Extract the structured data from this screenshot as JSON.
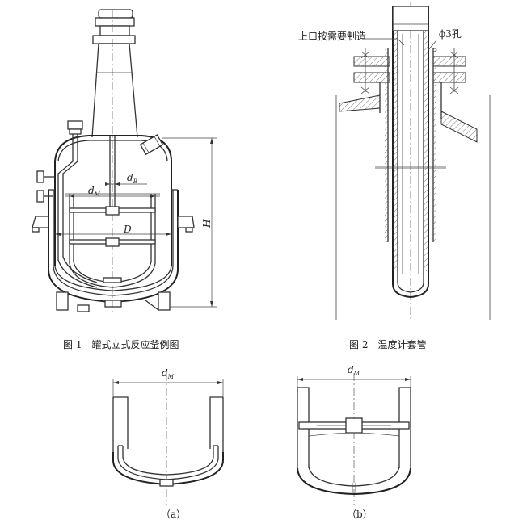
{
  "figure1": {
    "caption": "图 1　罐式立式反应釜例图",
    "labels": {
      "ds": "d",
      "ds_sub": "B",
      "dm": "d",
      "dm_sub": "M",
      "D": "D",
      "H": "H"
    }
  },
  "figure2": {
    "caption": "图 2　温度计套管",
    "callout_top": "上口按需要制造",
    "callout_hole": "ϕ3孔"
  },
  "figure_a": {
    "caption": "（a）",
    "label": "d",
    "label_sub": "M"
  },
  "figure_b": {
    "caption": "（b）",
    "label": "d",
    "label_sub": "M"
  }
}
